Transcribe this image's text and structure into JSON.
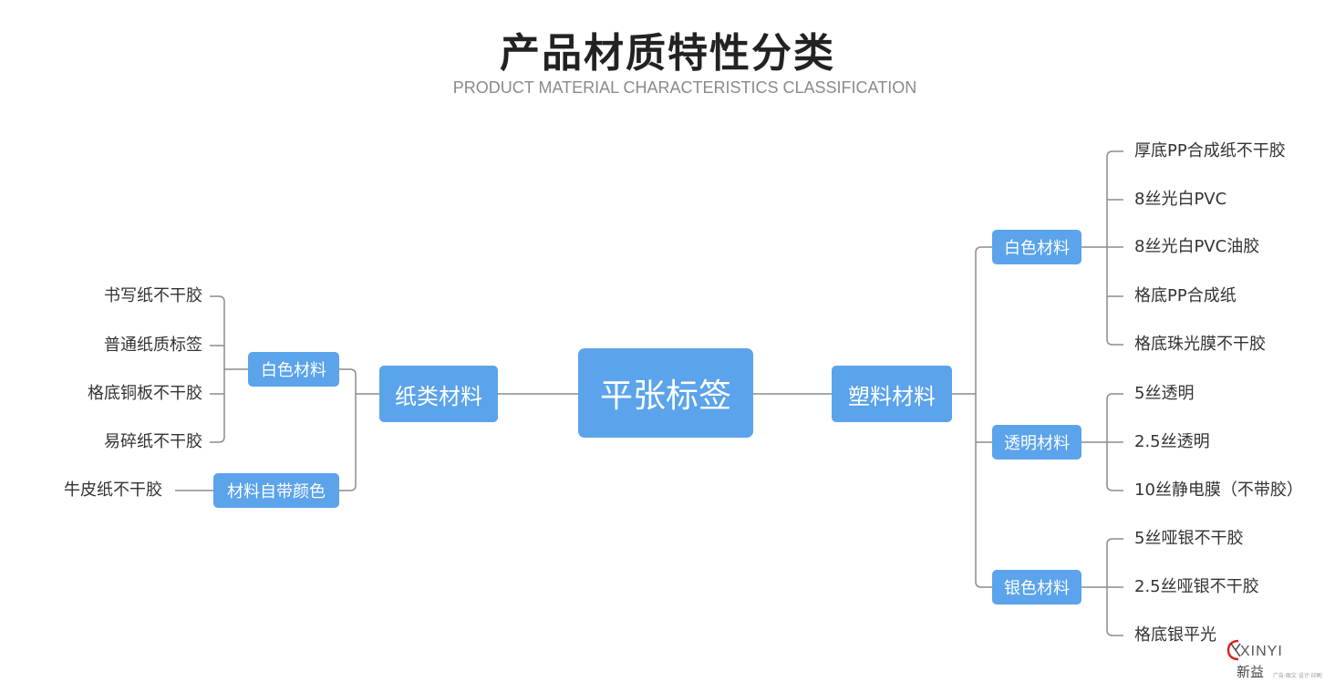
{
  "header": {
    "title": "产品材质特性分类",
    "subtitle": "PRODUCT MATERIAL CHARACTERISTICS CLASSIFICATION"
  },
  "mindmap": {
    "center": "平张标签",
    "paper": {
      "label": "纸类材料",
      "white": {
        "label": "白色材料",
        "leaves": [
          "书写纸不干胶",
          "普通纸质标签",
          "格底铜板不干胶",
          "易碎纸不干胶"
        ]
      },
      "colored": {
        "label": "材料自带颜色",
        "leaves": [
          "牛皮纸不干胶"
        ]
      }
    },
    "plastic": {
      "label": "塑料材料",
      "white": {
        "label": "白色材料",
        "leaves": [
          "厚底PP合成纸不干胶",
          "8丝光白PVC",
          "8丝光白PVC油胶",
          "格底PP合成纸",
          "格底珠光膜不干胶"
        ]
      },
      "transparent": {
        "label": "透明材料",
        "leaves": [
          "5丝透明",
          "2.5丝透明",
          "10丝静电膜（不带胶）"
        ]
      },
      "silver": {
        "label": "银色材料",
        "leaves": [
          "5丝哑银不干胶",
          "2.5丝哑银不干胶",
          "格底银平光"
        ]
      }
    }
  },
  "logo": {
    "mark": "XINYI",
    "name": "新益",
    "tagline": "广告·图文·设计·印刷"
  },
  "colors": {
    "node": "#5ba3ea",
    "line": "#8c8c8c"
  }
}
